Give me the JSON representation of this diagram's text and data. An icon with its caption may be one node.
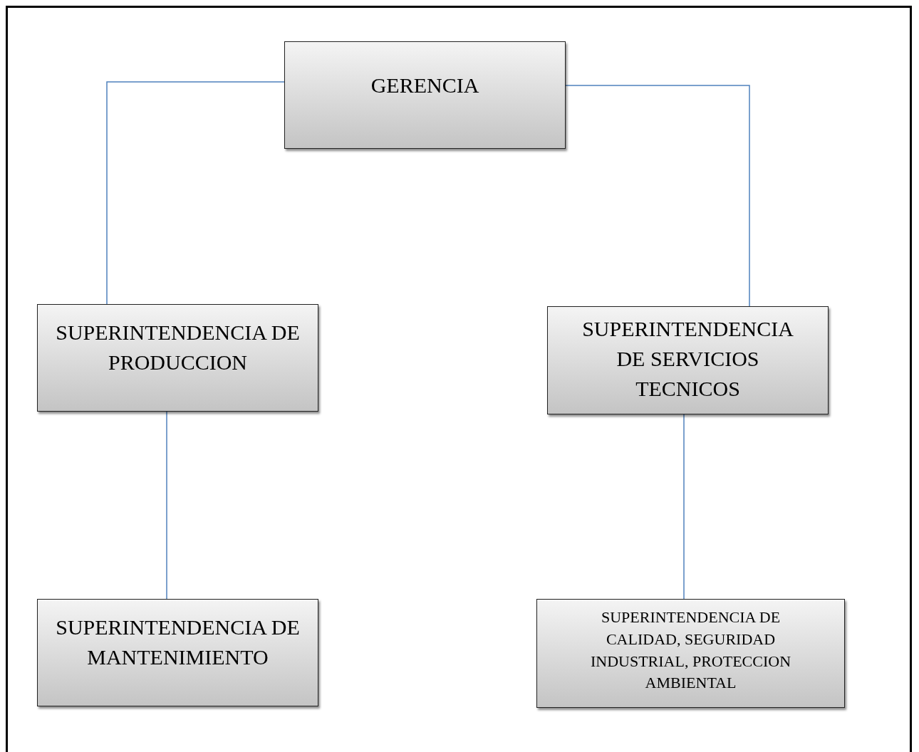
{
  "diagram": {
    "nodes": [
      {
        "text": [
          "GERENCIA"
        ]
      },
      {
        "text": [
          "SUPERINTENDENCIA DE PRODUCCION"
        ]
      },
      {
        "text": [
          "SUPERINTENDENCIA DE SERVICIOS TECNICOS"
        ]
      },
      {
        "text": [
          "SUPERINTENDENCIA DE MANTENIMIENTO"
        ]
      },
      {
        "text": [
          "SUPERINTENDENCIA DE CALIDAD, SEGURIDAD INDUSTRIAL, PROTECCION AMBIENTAL"
        ]
      }
    ],
    "edges": [
      {
        "from": 0,
        "to": 1,
        "arrow": "none"
      },
      {
        "from": 0,
        "to": 2,
        "arrow": "none"
      },
      {
        "from": 1,
        "to": 3,
        "arrow": "none"
      },
      {
        "from": 2,
        "to": 4,
        "arrow": "none"
      }
    ]
  }
}
